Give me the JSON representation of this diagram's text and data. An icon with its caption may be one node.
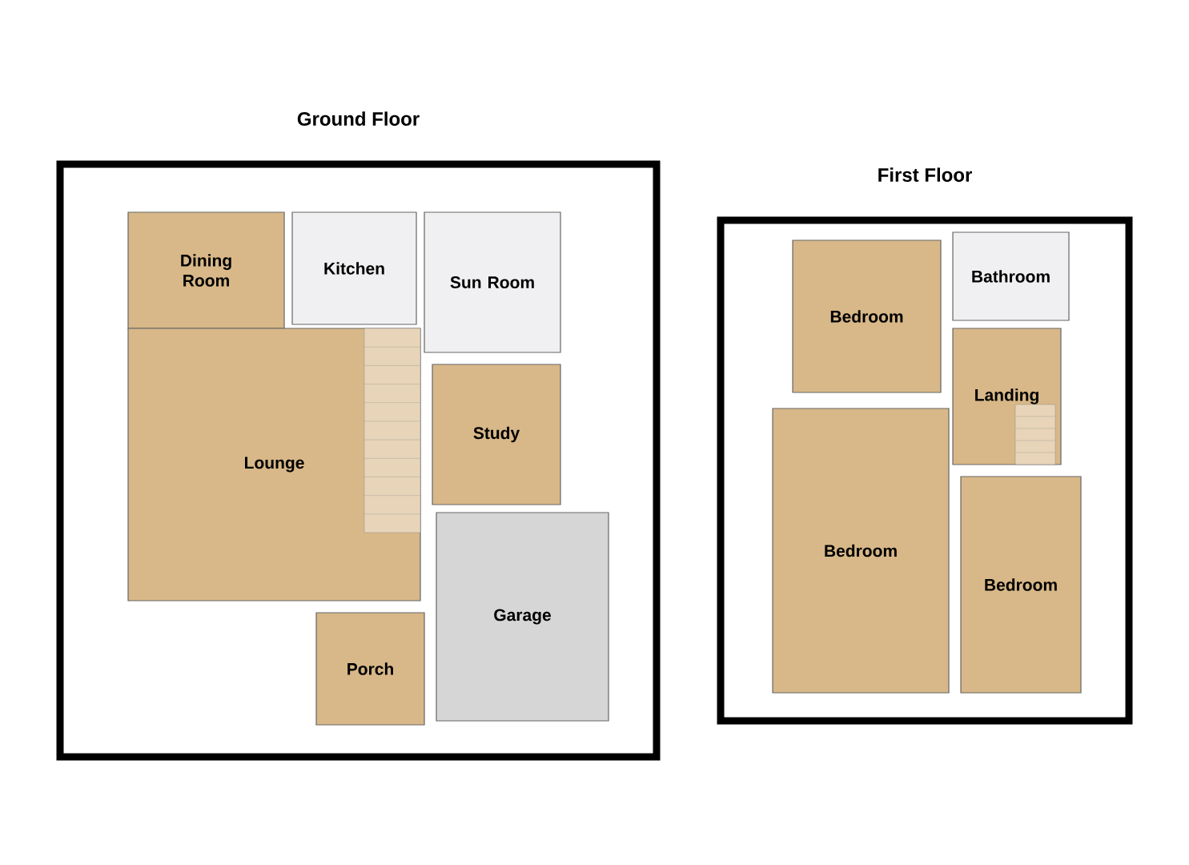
{
  "diagram": {
    "nodes": [
      {
        "text": [
          "Ground Floor"
        ]
      },
      {
        "text": [
          "Dining Room"
        ],
        "in": 0
      },
      {
        "text": [
          "Kitchen"
        ],
        "in": 0
      },
      {
        "text": [
          "Sun Room"
        ],
        "in": 0
      },
      {
        "text": [
          "Lounge"
        ],
        "in": 0
      },
      {
        "text": [
          "Study"
        ],
        "in": 0
      },
      {
        "text": [
          "Garage"
        ],
        "in": 0
      },
      {
        "text": [
          "Porch"
        ],
        "in": 0
      },
      {
        "text": [
          "First Floor"
        ]
      },
      {
        "text": [
          "Bedroom"
        ],
        "in": 8
      },
      {
        "text": [
          "Bathroom"
        ],
        "in": 8
      },
      {
        "text": [
          "Landing"
        ],
        "in": 8
      },
      {
        "text": [
          "Bedroom"
        ],
        "in": 8
      },
      {
        "text": [
          "Bedroom"
        ],
        "in": 8
      }
    ]
  }
}
